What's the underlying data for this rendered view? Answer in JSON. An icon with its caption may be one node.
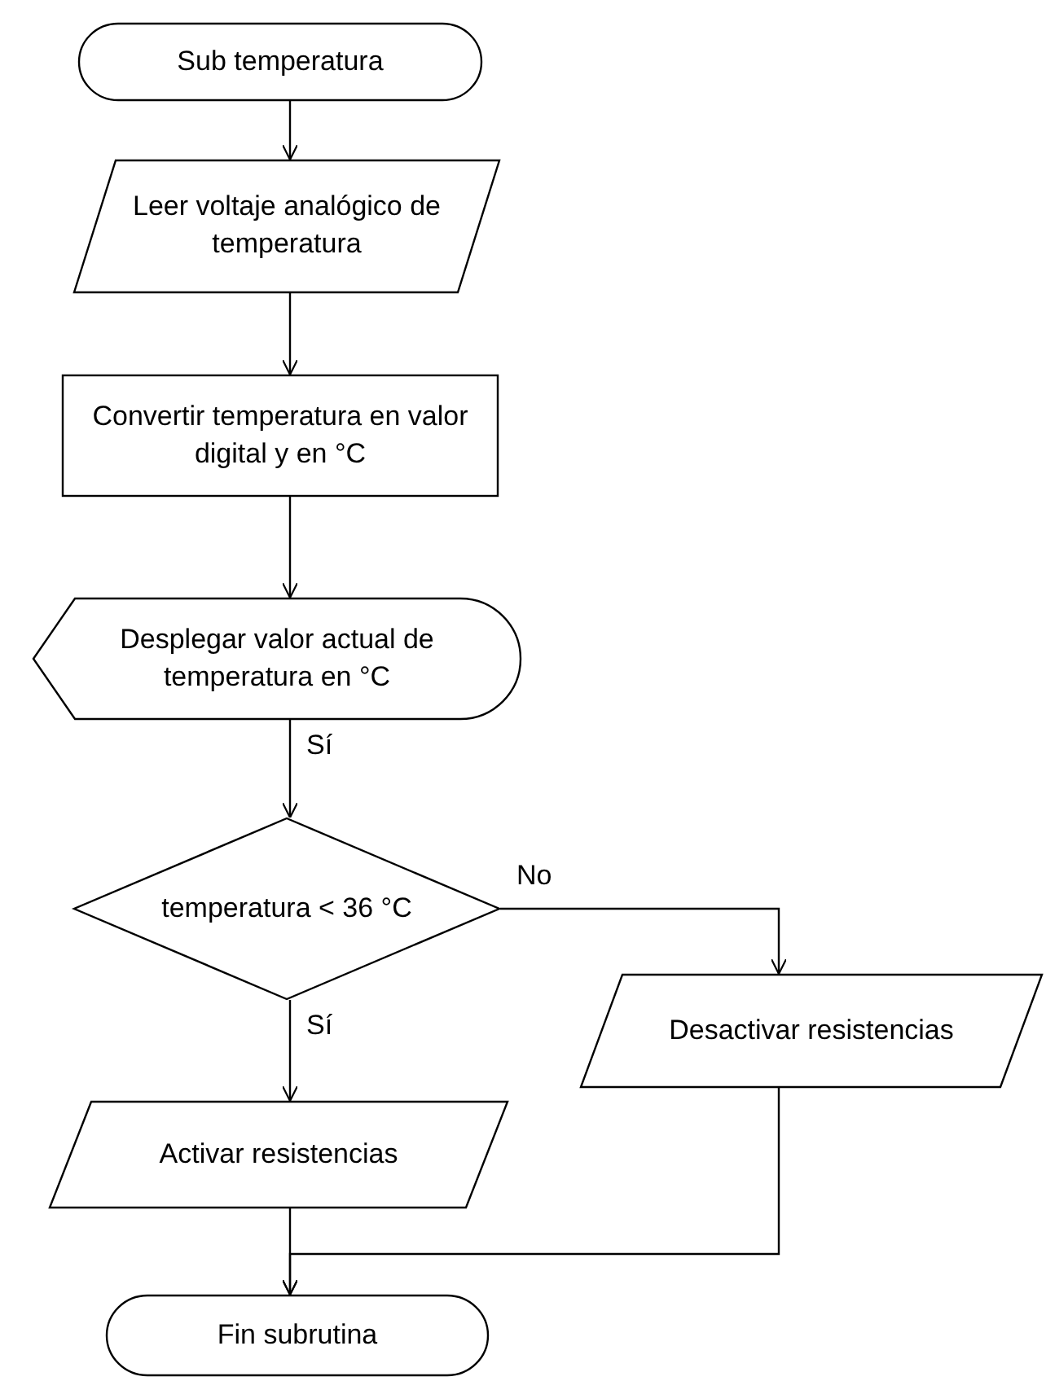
{
  "diagram": {
    "nodes": [
      {
        "text": [
          "Sub temperatura"
        ]
      },
      {
        "text": [
          "Leer voltaje analógico de temperatura"
        ]
      },
      {
        "text": [
          "Convertir temperatura en valor digital y en °C"
        ]
      },
      {
        "text": [
          "Desplegar valor actual de temperatura en °C"
        ]
      },
      {
        "text": [
          "temperatura < 36 °C"
        ]
      },
      {
        "text": [
          "Activar resistencias"
        ]
      },
      {
        "text": [
          "Desactivar resistencias"
        ]
      },
      {
        "text": [
          "Fin subrutina"
        ]
      }
    ],
    "edges": [
      {
        "from": 0,
        "to": 1,
        "arrow": "to"
      },
      {
        "from": 1,
        "to": 2,
        "arrow": "to"
      },
      {
        "from": 2,
        "to": 3,
        "arrow": "to"
      },
      {
        "from": 3,
        "to": 4,
        "arrow": "to",
        "label": "Sí"
      },
      {
        "from": 4,
        "to": 5,
        "arrow": "to",
        "label": "Sí"
      },
      {
        "from": 4,
        "to": 6,
        "arrow": "to",
        "label": "No"
      },
      {
        "from": 5,
        "to": 7,
        "arrow": "to"
      },
      {
        "from": 6,
        "to": 7,
        "arrow": "to"
      }
    ]
  }
}
